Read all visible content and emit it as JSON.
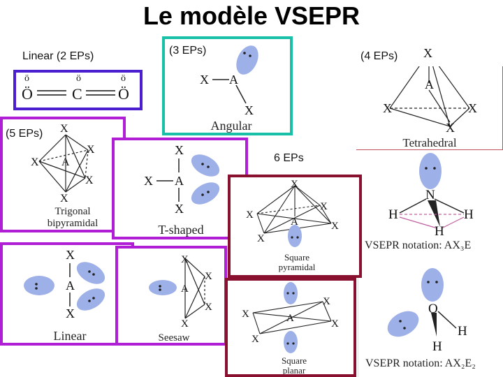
{
  "title": "Le modèle VSEPR",
  "labels": {
    "linear_2ep": "Linear (2 EPs)",
    "three_ep": "(3 EPs)",
    "four_ep": "(4 EPs)",
    "five_ep": "(5 EPs)",
    "six_ep": "6 EPs"
  },
  "captions": {
    "angular": "Angular",
    "tetrahedral": "Tetrahedral",
    "trigonal_bipyramidal_1": "Trigonal",
    "trigonal_bipyramidal_2": "bipyramidal",
    "t_shaped": "T-shaped",
    "linear": "Linear",
    "seesaw": "Seesaw",
    "square_pyramidal_1": "Square",
    "square_pyramidal_2": "pyramidal",
    "square_planar_1": "Square",
    "square_planar_2": "planar",
    "notation_nh3": "VSEPR notation: AX₃E",
    "notation_h2o": "VSEPR notation: AX₂E₂"
  },
  "atoms": {
    "A": "A",
    "X": "X",
    "N": "N",
    "H": "H",
    "O": "O",
    "C": "C"
  },
  "colors": {
    "linear_frame": "#4b1fd0",
    "angular_frame": "#18c0a8",
    "five_ep_frame": "#b01fd6",
    "six_ep_frame": "#8a1030",
    "tetra_frame": "#c05060",
    "lobe": "#9eb0e8"
  }
}
